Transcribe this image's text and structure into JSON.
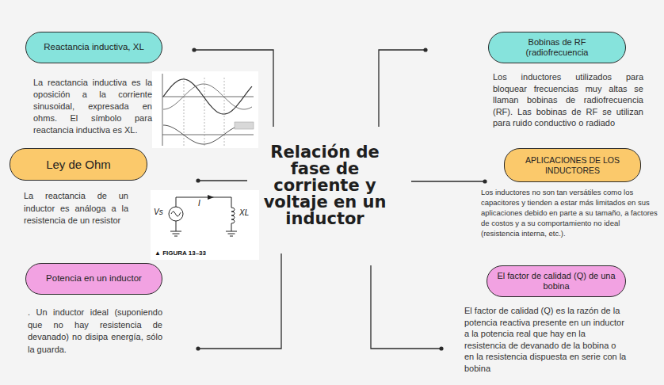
{
  "diagram": {
    "title": "Relación de fase de corriente y voltaje en un inductor",
    "nodes": [
      {
        "text": [
          "Reactancia inductiva, XL",
          "La reactancia inductiva es la oposición a la corriente sinusoidal, expresada en ohms. El símbolo para reactancia inductiva es XL."
        ]
      },
      {
        "text": [
          "Bobinas de RF (radiofrecuencia",
          "Los inductores utilizados para bloquear frecuencias muy altas se llaman bobinas de radiofrecuencia (RF). Las bobinas de RF se utilizan para ruido conductivo o radiado"
        ]
      },
      {
        "text": [
          "Ley de Ohm",
          "La reactancia de un inductor es análoga a la resistencia de un resistor"
        ]
      },
      {
        "text": [
          "APLICACIONES DE LOS INDUCTORES",
          "Los inductores no son tan versátiles como los capacitores y tienden a estar más limitados en sus aplicaciones debido en parte a su tamaño, a factores de costos y a su comportamiento no ideal (resistencia interna, etc.)."
        ]
      },
      {
        "text": [
          "Potencia en un inductor",
          ". Un inductor ideal (suponiendo que no hay resistencia de devanado) no disipa energía, sólo la guarda."
        ]
      },
      {
        "text": [
          "El factor de calidad (Q) de una bobina",
          "El factor de calidad (Q) es la razón de la potencia reactiva presente en un inductor a la potencia real que hay en la resistencia de devanado de la bobina o en la resistencia dispuesta en serie con la bobina"
        ]
      }
    ],
    "labels": [
      "Vs",
      "I",
      "XL",
      "▲ FIGURA 13–33"
    ]
  }
}
